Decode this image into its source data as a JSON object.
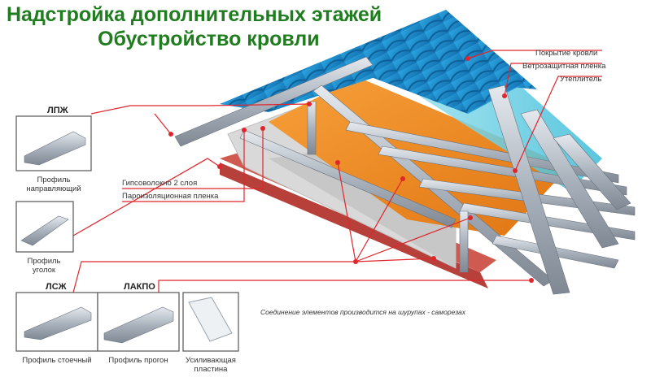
{
  "title": {
    "line1": "Надстройка дополнительных этажей",
    "line2": "Обустройство кровли"
  },
  "callouts": {
    "roofing": "Покрытие кровли",
    "wind_membrane": "Ветрозащитная пленка",
    "insulation": "Утеплитель",
    "gypsum_fiber": "Гипсоволокно 2 слоя",
    "vapor_barrier": "Пароизоляционная пленка"
  },
  "profiles": {
    "lpzh": {
      "code": "ЛПЖ",
      "line1": "Профиль",
      "line2": "направляющий"
    },
    "angle": {
      "line1": "Профиль",
      "line2": "уголок"
    },
    "lszh": {
      "code": "ЛСЖ",
      "line1": "Профиль стоечный"
    },
    "lakpo": {
      "code": "ЛАКПО",
      "line1": "Профиль прогон"
    },
    "plate": {
      "line1": "Усиливающая",
      "line2": "пластина"
    }
  },
  "note": "Соединение элементов производится на шурупах - саморезах",
  "colors": {
    "title_green": "#1f7d1f",
    "leader_red": "#e0262c",
    "roof_blue": "#1f8fd0",
    "insulation_orange": "#f08a1c",
    "membrane_cyan": "#6fd2e6",
    "steel_gray": "#b4bcc6",
    "wall_red": "#b8403a"
  }
}
